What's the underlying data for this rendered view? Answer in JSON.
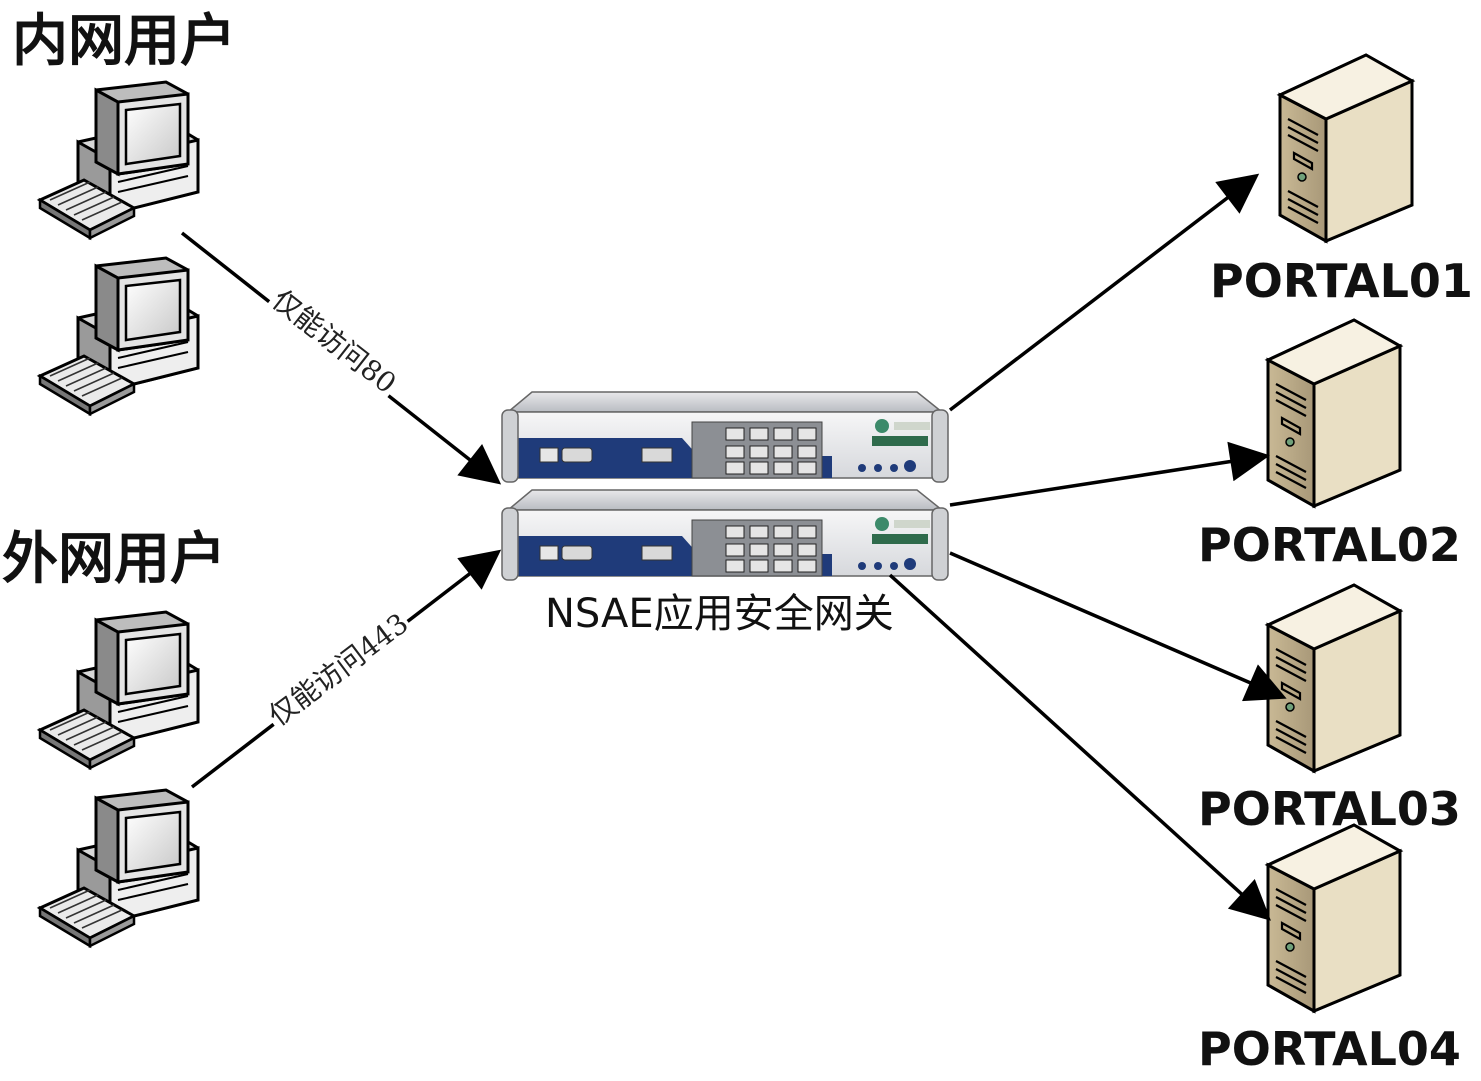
{
  "groups": {
    "internal": {
      "title": "内网用户"
    },
    "external": {
      "title": "外网用户"
    }
  },
  "edges": {
    "internal_label": "仅能访问80",
    "external_label": "仅能访问443"
  },
  "gateway": {
    "label": "NSAE应用安全网关"
  },
  "servers": [
    {
      "label": "PORTAL01"
    },
    {
      "label": "PORTAL02"
    },
    {
      "label": "PORTAL03"
    },
    {
      "label": "PORTAL04"
    }
  ],
  "icons": {
    "client": "desktop-computer-icon",
    "gateway": "rack-appliance-icon",
    "server": "tower-server-icon"
  }
}
